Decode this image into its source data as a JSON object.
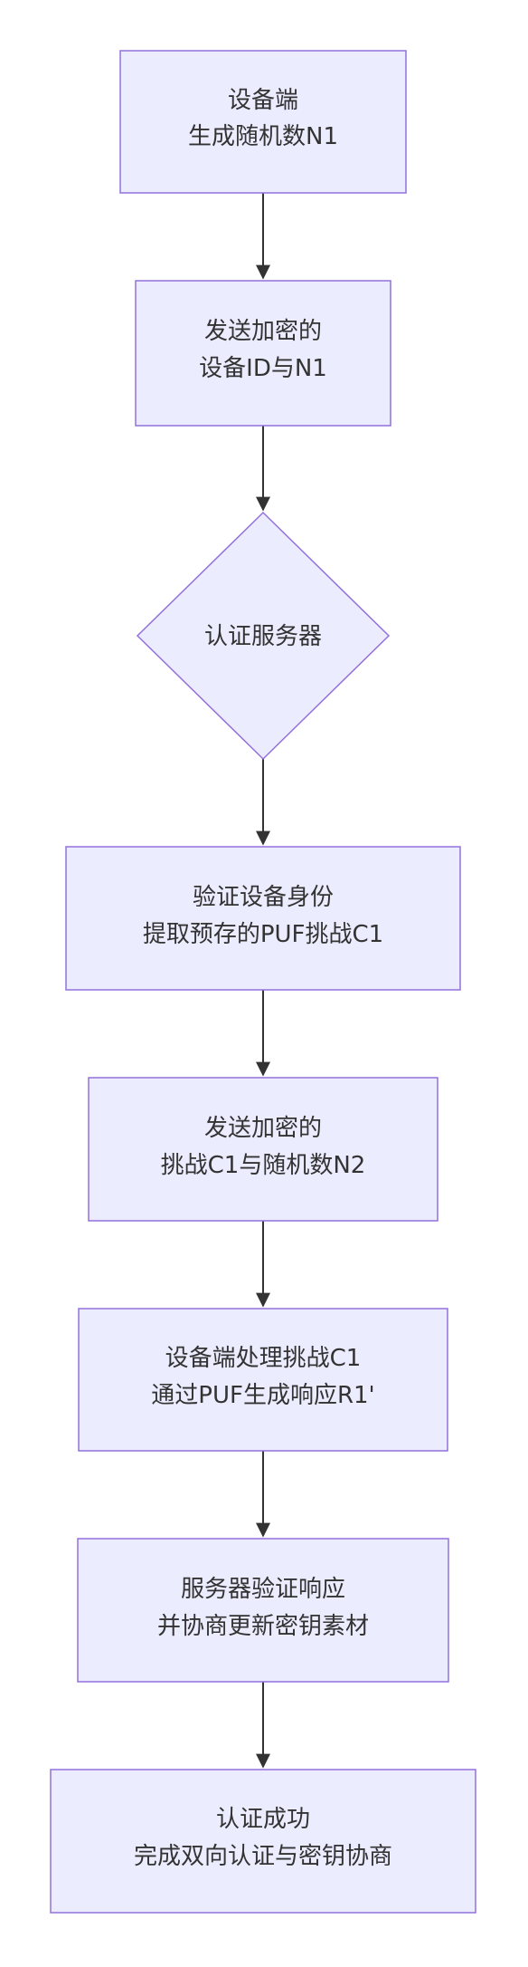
{
  "diagram": {
    "nodes": [
      {
        "lines": [
          "设备端",
          "生成随机数N1"
        ]
      },
      {
        "lines": [
          "发送加密的",
          "设备ID与N1"
        ]
      },
      {
        "lines": [
          "认证服务器"
        ]
      },
      {
        "lines": [
          "验证设备身份",
          "提取预存的PUF挑战C1"
        ]
      },
      {
        "lines": [
          "发送加密的",
          "挑战C1与随机数N2"
        ]
      },
      {
        "lines": [
          "设备端处理挑战C1",
          "通过PUF生成响应R1'"
        ]
      },
      {
        "lines": [
          "服务器验证响应",
          "并协商更新密钥素材"
        ]
      },
      {
        "lines": [
          "认证成功",
          "完成双向认证与密钥协商"
        ]
      }
    ],
    "colors": {
      "node_fill": "#ececff",
      "node_stroke": "#9370db",
      "edge": "#333333",
      "text": "#333333"
    }
  }
}
